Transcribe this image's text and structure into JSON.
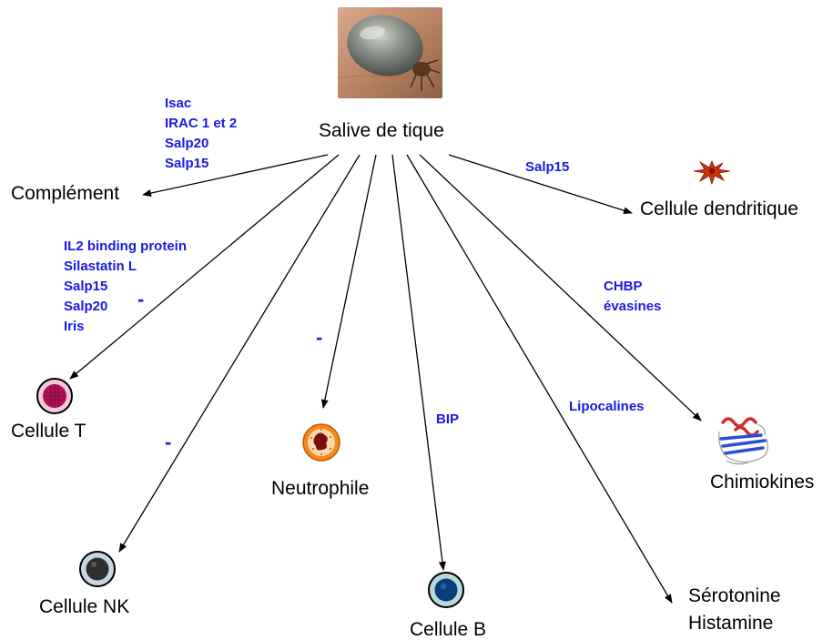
{
  "center": {
    "label": "Salive de tique"
  },
  "targets": {
    "complement": "Complément",
    "dendritic": "Cellule dendritique",
    "t_cell": "Cellule T",
    "nk_cell": "Cellule NK",
    "neutrophil": "Neutrophile",
    "b_cell": "Cellule B",
    "serotonine": "Sérotonine",
    "histamine": "Histamine",
    "chemokines": "Chimiokines"
  },
  "annotations": {
    "complement": [
      "Isac",
      "IRAC 1 et 2",
      "Salp20",
      "Salp15"
    ],
    "dendritic": [
      "Salp15"
    ],
    "t_cell": [
      "IL2 binding protein",
      "Silastatin L",
      "Salp15",
      "Salp20",
      "Iris"
    ],
    "chemokines": [
      "CHBP",
      "évasines"
    ],
    "serotonine": [
      "Lipocalines"
    ],
    "b_cell": [
      "BIP"
    ],
    "minus_sign": "-"
  },
  "colors": {
    "annotation": "#1a1ae0",
    "arrow": "#000000",
    "dendritic_cell": "#d03010",
    "t_cell": "#b0105a",
    "neutrophil": "#f08a20",
    "b_cell": "#0a3d7a"
  },
  "icons": [
    "tick-photo",
    "dendritic-cell-icon",
    "t-cell-icon",
    "nk-cell-icon",
    "neutrophil-icon",
    "b-cell-icon",
    "chemokine-protein-icon"
  ]
}
